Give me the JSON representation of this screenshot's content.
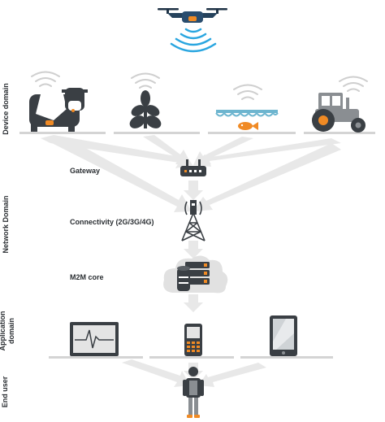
{
  "domains": {
    "device": "Device domain",
    "network": "Network Domain",
    "application": "Application\ndomain",
    "end_user": "End user"
  },
  "components": {
    "gateway": "Gateway",
    "connectivity": "Connectivity (2G/3G/4G)",
    "m2m_core": "M2M core"
  },
  "icons": [
    "drone-icon",
    "cow-icon",
    "plant-icon",
    "fish-pond-icon",
    "tractor-icon",
    "router-icon",
    "cell-tower-icon",
    "server-cloud-icon",
    "monitor-icon",
    "mobile-phone-icon",
    "tablet-icon",
    "person-icon"
  ],
  "colors": {
    "accent": "#f08a24",
    "dark": "#3a3f44",
    "arrow": "#e8e8e8",
    "signal": "#2aa6e0",
    "line": "#d4d4d4"
  }
}
